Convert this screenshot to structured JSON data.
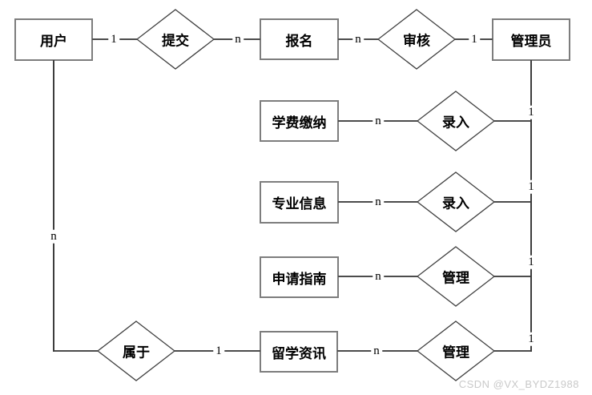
{
  "diagram_type": "entity-relationship",
  "entities": {
    "user": "用户",
    "enrollment": "报名",
    "admin": "管理员",
    "tuition_payment": "学费缴纳",
    "major_info": "专业信息",
    "application_guide": "申请指南",
    "study_abroad_news": "留学资讯"
  },
  "relationships": {
    "submit": "提交",
    "review": "审核",
    "entry_tuition": "录入",
    "entry_major": "录入",
    "manage_guide": "管理",
    "belong": "属于",
    "manage_news": "管理"
  },
  "cardinalities": {
    "user_submit": "1",
    "submit_enrollment": "n",
    "enrollment_review": "n",
    "review_admin": "1",
    "tuition_entry": "n",
    "entry_tuition_admin": "1",
    "major_entry": "n",
    "entry_major_admin": "1",
    "guide_manage": "n",
    "manage_guide_admin": "1",
    "user_belong": "n",
    "belong_news": "1",
    "news_manage": "n",
    "manage_news_admin": "1"
  },
  "watermark": "CSDN @VX_BYDZ1988",
  "colors": {
    "background": "#ffffff",
    "entity_border": "#7d7d7d",
    "relationship_border": "#3f3f3f",
    "connector_line": "#4c4c4c",
    "text": "#000000",
    "watermark": "#c9c9c9"
  }
}
